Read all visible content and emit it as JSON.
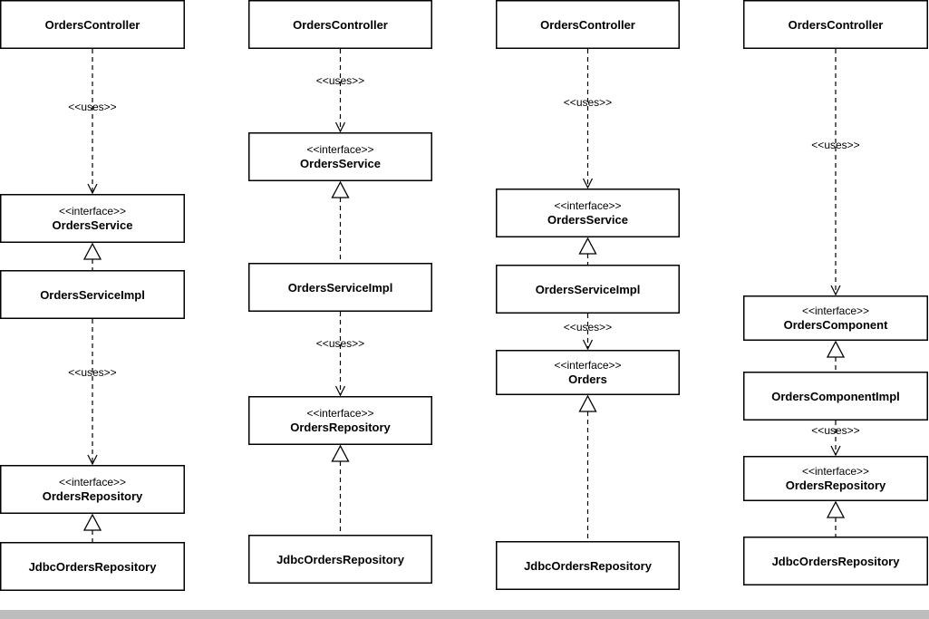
{
  "diagrams": [
    {
      "nodes": [
        {
          "name": "OrdersController",
          "stereotype": ""
        },
        {
          "name": "OrdersService",
          "stereotype": "<<interface>>"
        },
        {
          "name": "OrdersServiceImpl",
          "stereotype": ""
        },
        {
          "name": "OrdersRepository",
          "stereotype": "<<interface>>"
        },
        {
          "name": "JdbcOrdersRepository",
          "stereotype": ""
        }
      ],
      "edges": [
        {
          "from": 0,
          "to": 1,
          "kind": "uses",
          "label": "<<uses>>"
        },
        {
          "from": 2,
          "to": 1,
          "kind": "implements",
          "label": ""
        },
        {
          "from": 2,
          "to": 3,
          "kind": "uses",
          "label": "<<uses>>"
        },
        {
          "from": 4,
          "to": 3,
          "kind": "implements",
          "label": ""
        }
      ]
    },
    {
      "nodes": [
        {
          "name": "OrdersController",
          "stereotype": ""
        },
        {
          "name": "OrdersService",
          "stereotype": "<<interface>>"
        },
        {
          "name": "OrdersServiceImpl",
          "stereotype": ""
        },
        {
          "name": "OrdersRepository",
          "stereotype": "<<interface>>"
        },
        {
          "name": "JdbcOrdersRepository",
          "stereotype": ""
        }
      ],
      "edges": [
        {
          "from": 0,
          "to": 1,
          "kind": "uses",
          "label": "<<uses>>"
        },
        {
          "from": 2,
          "to": 1,
          "kind": "implements",
          "label": ""
        },
        {
          "from": 2,
          "to": 3,
          "kind": "uses",
          "label": "<<uses>>"
        },
        {
          "from": 4,
          "to": 3,
          "kind": "implements",
          "label": ""
        }
      ]
    },
    {
      "nodes": [
        {
          "name": "OrdersController",
          "stereotype": ""
        },
        {
          "name": "OrdersService",
          "stereotype": "<<interface>>"
        },
        {
          "name": "OrdersServiceImpl",
          "stereotype": ""
        },
        {
          "name": "Orders",
          "stereotype": "<<interface>>"
        },
        {
          "name": "JdbcOrdersRepository",
          "stereotype": ""
        }
      ],
      "edges": [
        {
          "from": 0,
          "to": 1,
          "kind": "uses",
          "label": "<<uses>>"
        },
        {
          "from": 2,
          "to": 1,
          "kind": "implements",
          "label": ""
        },
        {
          "from": 2,
          "to": 3,
          "kind": "uses",
          "label": "<<uses>>"
        },
        {
          "from": 4,
          "to": 3,
          "kind": "implements",
          "label": ""
        }
      ]
    },
    {
      "nodes": [
        {
          "name": "OrdersController",
          "stereotype": ""
        },
        {
          "name": "OrdersComponent",
          "stereotype": "<<interface>>"
        },
        {
          "name": "OrdersComponentImpl",
          "stereotype": ""
        },
        {
          "name": "OrdersRepository",
          "stereotype": "<<interface>>"
        },
        {
          "name": "JdbcOrdersRepository",
          "stereotype": ""
        }
      ],
      "edges": [
        {
          "from": 0,
          "to": 1,
          "kind": "uses",
          "label": "<<uses>>"
        },
        {
          "from": 2,
          "to": 1,
          "kind": "implements",
          "label": ""
        },
        {
          "from": 2,
          "to": 3,
          "kind": "uses",
          "label": "<<uses>>"
        },
        {
          "from": 4,
          "to": 3,
          "kind": "implements",
          "label": ""
        }
      ]
    }
  ]
}
